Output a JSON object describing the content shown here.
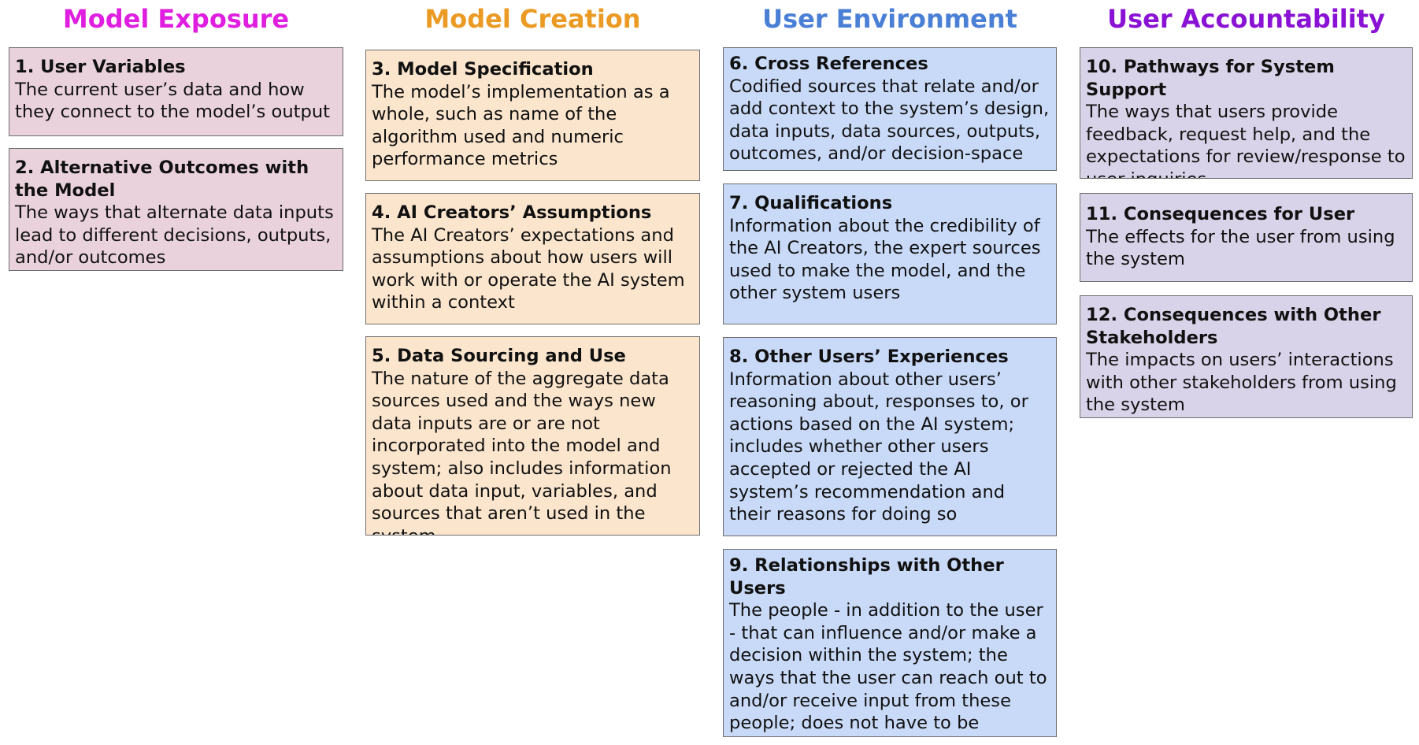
{
  "colors": {
    "exposure_heading": "#e01ee0",
    "creation_heading": "#eb9a24",
    "environment_heading": "#4a7fd6",
    "accountability_heading": "#8a12d4",
    "exposure_fill": "#ead2dc",
    "creation_fill": "#fbe5cd",
    "environment_fill": "#c9daf8",
    "accountability_fill": "#d9d3e9",
    "card_border": "#6e6e6e"
  },
  "columns": [
    {
      "heading": "Model Exposure",
      "cards": [
        {
          "title": "1. User Variables",
          "body": "The current user’s data and how they connect to the model’s output"
        },
        {
          "title": "2. Alternative Outcomes with the Model",
          "body": "The ways that alternate data inputs lead to different decisions, outputs, and/or outcomes"
        }
      ]
    },
    {
      "heading": "Model Creation",
      "cards": [
        {
          "title": "3. Model Specification",
          "body": "The model’s implementation as a whole, such as name of the algorithm used and numeric performance metrics"
        },
        {
          "title": "4. AI Creators’ Assumptions",
          "body": "The AI Creators’ expectations and assumptions about how users will work with or operate the AI system within a context"
        },
        {
          "title": "5. Data Sourcing and Use",
          "body": "The nature of the aggregate data sources used and the ways new data inputs are or are not incorporated into the model and system; also includes information about data input, variables, and sources that aren’t used in the system"
        }
      ]
    },
    {
      "heading": "User Environment",
      "cards": [
        {
          "title": "6. Cross References",
          "body": "Codified sources that relate and/or add context to the system’s design, data inputs, data sources, outputs, outcomes, and/or decision-space"
        },
        {
          "title": "7. Qualifications",
          "body": "Information about the credibility of the AI Creators, the expert sources used to make the model, and the other system users"
        },
        {
          "title": "8. Other Users’ Experiences",
          "body": "Information about other users’ reasoning about, responses to, or actions based on the AI system; includes whether other users accepted or rejected the AI system’s recommendation and their reasons for doing so"
        },
        {
          "title": "9. Relationships with Other Users",
          "body": "The people - in addition to the user - that can influence and/or make a decision within the system; the ways that the user can reach out to and/or receive input from these people; does not have to be explicitly stated within the system"
        }
      ]
    },
    {
      "heading": "User Accountability",
      "cards": [
        {
          "title": "10. Pathways for System Support",
          "body": "The ways that users provide feedback, request help, and the expectations for review/response to user inquiries"
        },
        {
          "title": "11. Consequences for User",
          "body": "The effects for the user from using the system"
        },
        {
          "title": "12. Consequences with Other Stakeholders",
          "body": "The impacts on users’ interactions with other stakeholders from using the system"
        }
      ]
    }
  ]
}
